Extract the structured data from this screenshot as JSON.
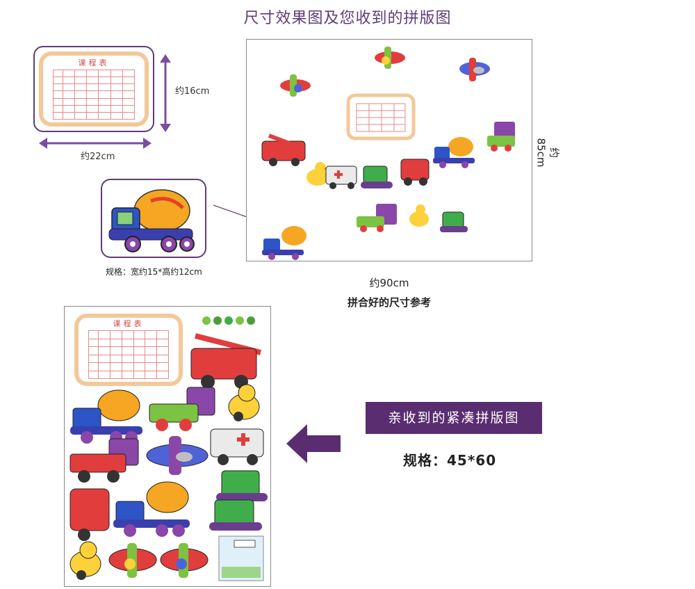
{
  "header": {
    "title": "尺寸效果图及您收到的拼版图"
  },
  "schedule_card": {
    "title": "课程表",
    "height_label": "约16cm",
    "width_label": "约22cm"
  },
  "truck_callout": {
    "spec_label": "规格：宽约15*高约12cm"
  },
  "layout_preview": {
    "width_label": "约90cm",
    "height_label": "约85cm",
    "caption": "拼合好的尺寸参考"
  },
  "sheet": {
    "schedule_title": "课程表"
  },
  "promo": {
    "label": "亲收到的紧凑拼版图",
    "spec": "规格：45*60"
  },
  "colors": {
    "accent": "#5e3c78",
    "banner": "#5a2d70",
    "frame": "#f3c899"
  }
}
